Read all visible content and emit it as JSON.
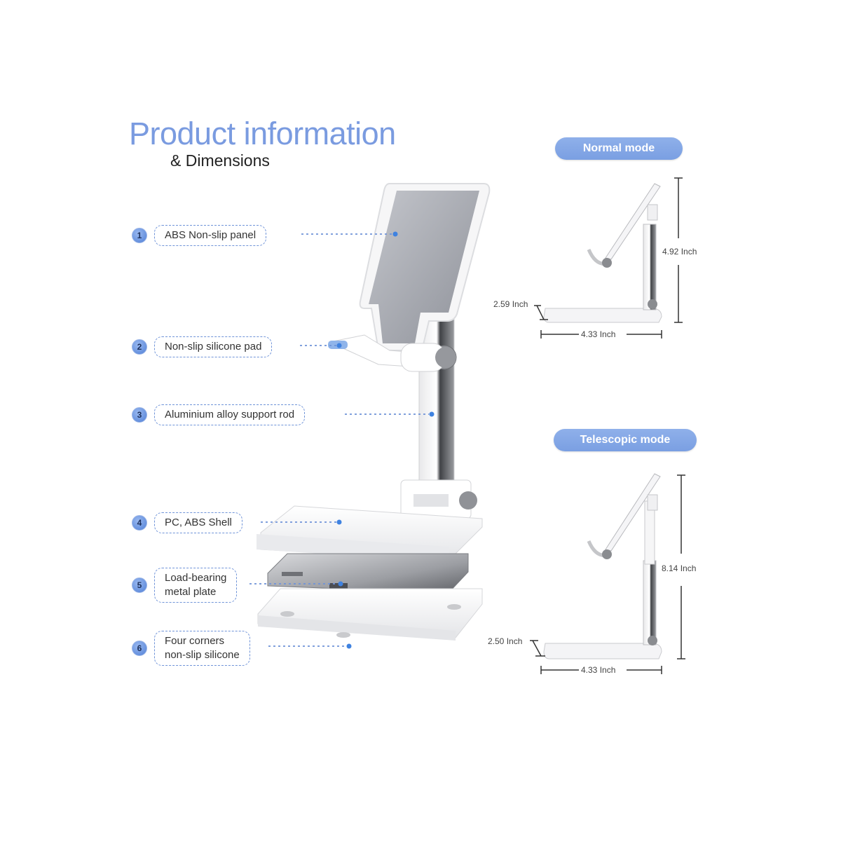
{
  "header": {
    "title": "Product information",
    "subtitle": "& Dimensions"
  },
  "callouts": [
    {
      "number": "1",
      "label": "ABS Non-slip panel"
    },
    {
      "number": "2",
      "label": "Non-slip silicone pad"
    },
    {
      "number": "3",
      "label": "Aluminium alloy support rod"
    },
    {
      "number": "4",
      "label": "PC, ABS Shell"
    },
    {
      "number": "5",
      "label": "Load-bearing\nmetal plate"
    },
    {
      "number": "6",
      "label": "Four corners\nnon-slip silicone"
    }
  ],
  "modes": {
    "normal": {
      "label": "Normal mode",
      "height": "4.92 Inch",
      "depth": "2.59 Inch",
      "width": "4.33 Inch"
    },
    "telescopic": {
      "label": "Telescopic mode",
      "height": "8.14 Inch",
      "depth": "2.50 Inch",
      "width": "4.33 Inch"
    }
  },
  "colors": {
    "accent": "#7a9be0",
    "pill": "#87a8e8",
    "dashed": "#6f93d8"
  }
}
